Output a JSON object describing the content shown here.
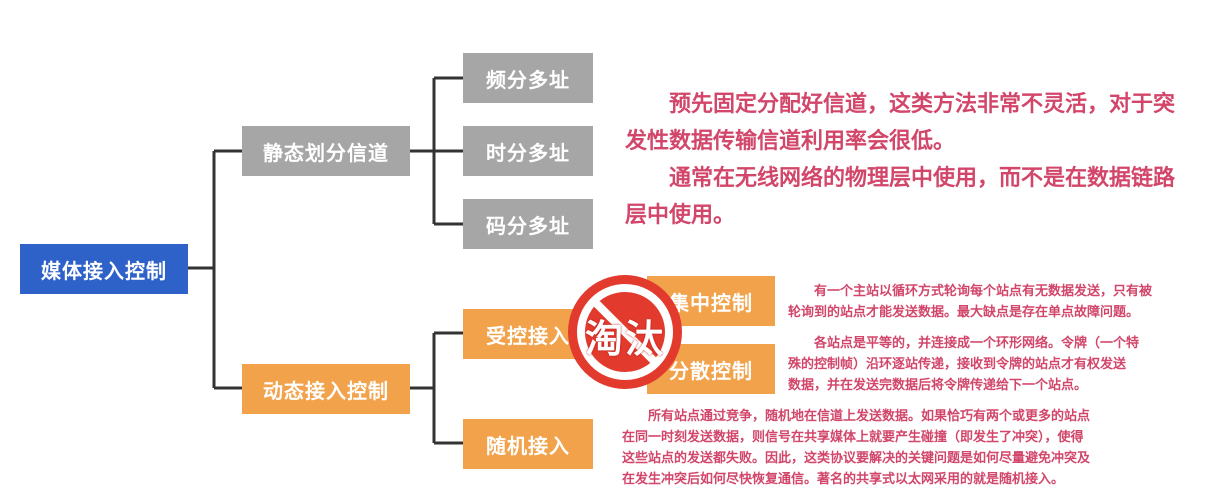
{
  "root": {
    "label": "媒体接入控制"
  },
  "static": {
    "label": "静态划分信道",
    "children": [
      "频分多址",
      "时分多址",
      "码分多址"
    ],
    "note": [
      "预先固定分配好信道，这类方法非常不灵活，对于突",
      "发性数据传输信道利用率会很低。",
      "通常在无线网络的物理层中使用，而不是在数据链路",
      "层中使用。"
    ]
  },
  "dynamic": {
    "label": "动态接入控制",
    "controlled": {
      "label": "受控接入",
      "children": [
        {
          "label": "集中控制",
          "note": [
            "有一个主站以循环方式轮询每个站点有无数据发送，只有被",
            "轮询到的站点才能发送数据。最大缺点是存在单点故障问题。"
          ]
        },
        {
          "label": "分散控制",
          "note": [
            "各站点是平等的，并连接成一个环形网络。令牌（一个特",
            "殊的控制帧）沿环逐站传递，接收到令牌的站点才有权发送",
            "数据，并在发送完数据后将令牌传递给下一个站点。"
          ]
        }
      ]
    },
    "random": {
      "label": "随机接入",
      "note": [
        "所有站点通过竞争，随机地在信道上发送数据。如果恰巧有两个或更多的站点",
        "在同一时刻发送数据，则信号在共享媒体上就要产生碰撞（即发生了冲突），使得",
        "这些站点的发送都失败。因此，这类协议要解决的关键问题是如何尽量避免冲突及",
        "在发生冲突后如何尽快恢复通信。著名的共享式以太网采用的就是随机接入。"
      ]
    }
  },
  "stamp": {
    "text": "淘汰",
    "color": "#e23b2e"
  }
}
